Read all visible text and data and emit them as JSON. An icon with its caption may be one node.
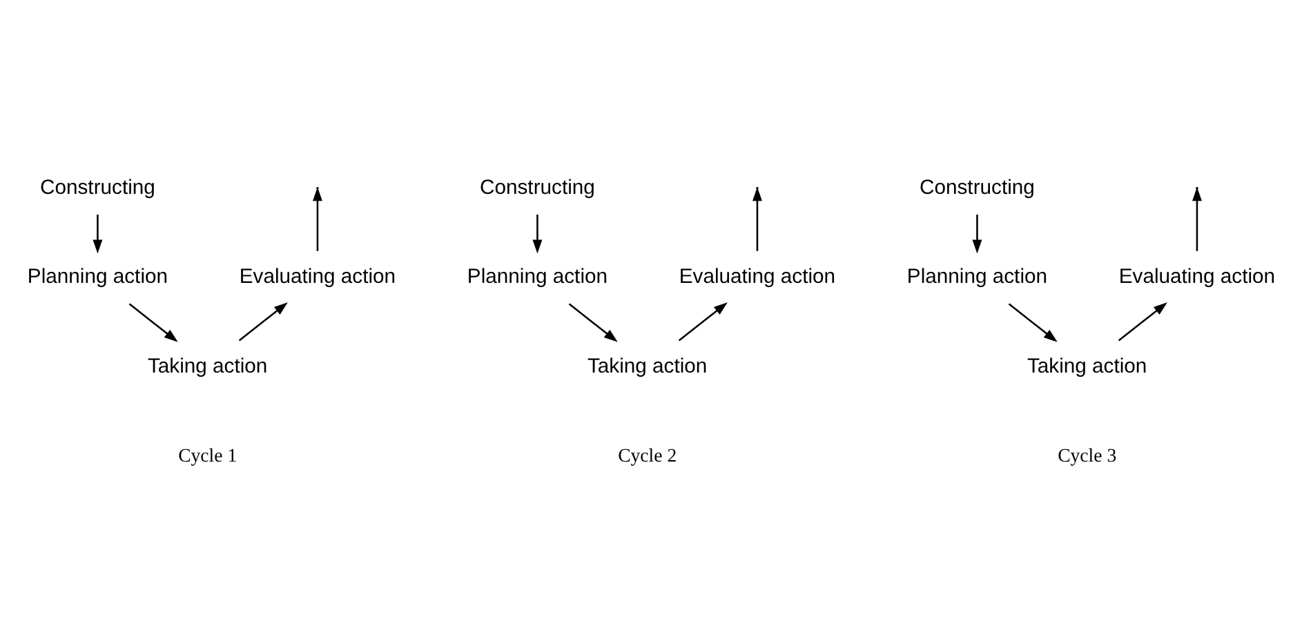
{
  "diagram": {
    "nodes": [
      {
        "text": [
          "Constructing"
        ]
      },
      {
        "text": [
          "Planning action"
        ]
      },
      {
        "text": [
          "Taking action"
        ]
      },
      {
        "text": [
          "Evaluating action"
        ]
      },
      {
        "text": [
          "Constructing"
        ]
      },
      {
        "text": [
          "Planning action"
        ]
      },
      {
        "text": [
          "Taking action"
        ]
      },
      {
        "text": [
          "Evaluating action"
        ]
      },
      {
        "text": [
          "Constructing"
        ]
      },
      {
        "text": [
          "Planning action"
        ]
      },
      {
        "text": [
          "Taking action"
        ]
      },
      {
        "text": [
          "Evaluating action"
        ]
      }
    ],
    "edges": [
      {
        "from": 0,
        "to": 1,
        "arrow": "to"
      },
      {
        "from": 1,
        "to": 2,
        "arrow": "to"
      },
      {
        "from": 2,
        "to": 3,
        "arrow": "to"
      },
      {
        "from": 3,
        "to": null,
        "arrow": "to"
      },
      {
        "from": 4,
        "to": 5,
        "arrow": "to"
      },
      {
        "from": 5,
        "to": 6,
        "arrow": "to"
      },
      {
        "from": 6,
        "to": 7,
        "arrow": "to"
      },
      {
        "from": 7,
        "to": null,
        "arrow": "to"
      },
      {
        "from": 8,
        "to": 9,
        "arrow": "to"
      },
      {
        "from": 9,
        "to": 10,
        "arrow": "to"
      },
      {
        "from": 10,
        "to": 11,
        "arrow": "to"
      },
      {
        "from": 11,
        "to": null,
        "arrow": "to"
      }
    ],
    "labels": [
      "Cycle 1",
      "Cycle 2",
      "Cycle 3"
    ]
  }
}
